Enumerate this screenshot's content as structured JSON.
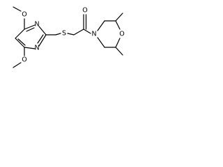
{
  "molecule": {
    "atoms": {
      "o_top": "O",
      "o_bottom": "O",
      "n_upper": "N",
      "n_lower": "N",
      "s_link": "S",
      "o_carbonyl": "O",
      "n_morpholine": "N",
      "o_morpholine": "O"
    }
  }
}
